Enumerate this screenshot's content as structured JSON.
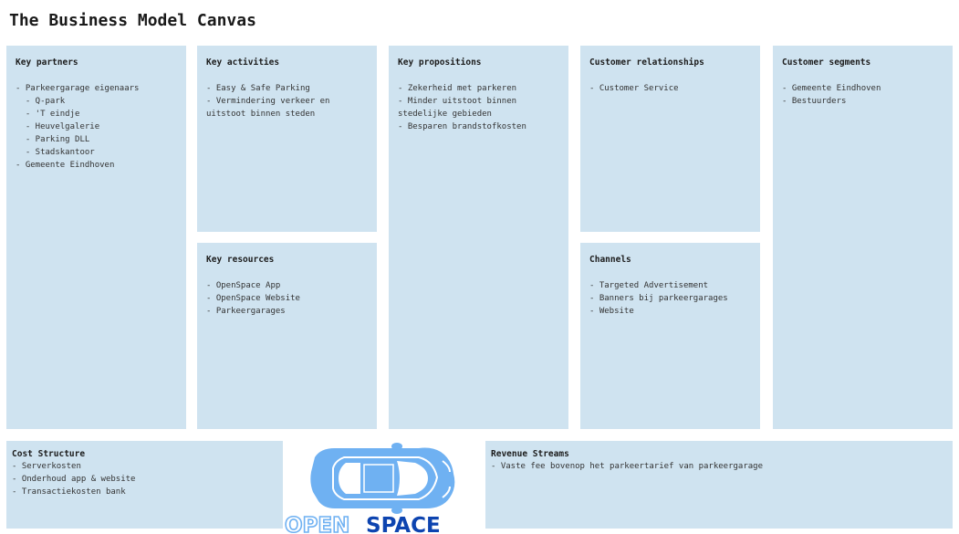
{
  "title": "The Business Model Canvas",
  "blocks": {
    "key_partners": {
      "heading": "Key partners",
      "lines": [
        "- Parkeergarage eigenaars",
        "  - Q-park",
        "  - 'T eindje",
        "  - Heuvelgalerie",
        "  - Parking DLL",
        "  - Stadskantoor",
        "- Gemeente Eindhoven"
      ]
    },
    "key_activities": {
      "heading": "Key activities",
      "lines": [
        "- Easy & Safe Parking",
        "- Vermindering verkeer en",
        "uitstoot binnen steden"
      ]
    },
    "key_resources": {
      "heading": "Key resources",
      "lines": [
        "- OpenSpace App",
        "- OpenSpace Website",
        "- Parkeergarages"
      ]
    },
    "key_propositions": {
      "heading": "Key propositions",
      "lines": [
        "- Zekerheid met parkeren",
        "- Minder uitstoot binnen",
        "stedelijke gebieden",
        "- Besparen brandstofkosten"
      ]
    },
    "customer_relationships": {
      "heading": "Customer relationships",
      "lines": [
        "- Customer Service"
      ]
    },
    "channels": {
      "heading": "Channels",
      "lines": [
        "- Targeted Advertisement",
        "- Banners bij parkeergarages",
        "- Website"
      ]
    },
    "customer_segments": {
      "heading": "Customer segments",
      "lines": [
        "- Gemeente Eindhoven",
        "- Bestuurders"
      ]
    },
    "cost_structure": {
      "heading": "Cost Structure",
      "lines": [
        "- Serverkosten",
        "- Onderhoud app & website",
        "- Transactiekosten bank"
      ]
    },
    "revenue_streams": {
      "heading": "Revenue Streams",
      "lines": [
        "- Vaste fee bovenop het parkeertarief van parkeergarage"
      ]
    }
  },
  "logo": {
    "text_open": "OPEN",
    "text_space": "SPACE",
    "color_light": "#6fb1f2",
    "color_dark": "#0d44b0"
  }
}
